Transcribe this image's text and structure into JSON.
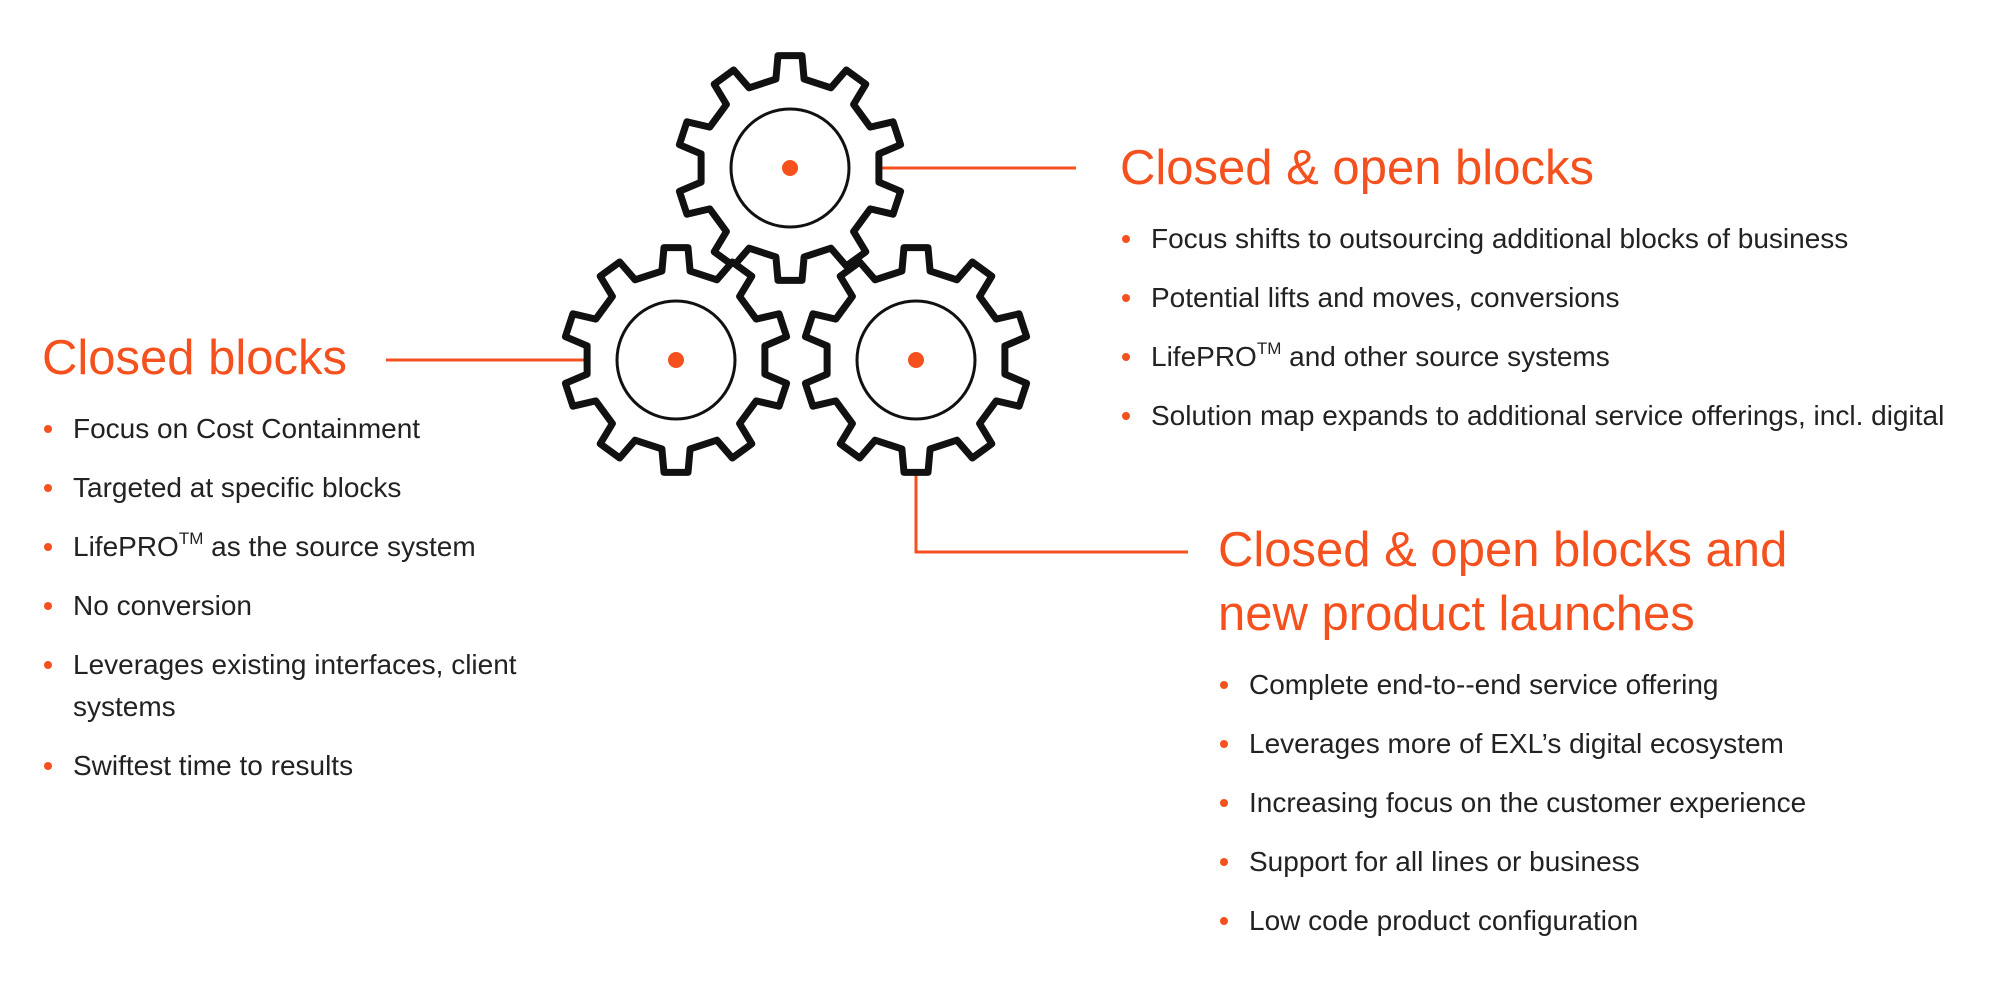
{
  "colors": {
    "accent": "#f4511e",
    "text": "#222222",
    "gear_outline": "#111111"
  },
  "icons": [
    "gear-icon",
    "gear-icon",
    "gear-icon"
  ],
  "sections": {
    "closed_blocks": {
      "title": "Closed blocks",
      "items": [
        "Focus on Cost Containment",
        "Targeted at specific blocks",
        {
          "pre": "LifePRO",
          "sup": "TM",
          "post": " as the source system"
        },
        "No conversion",
        "Leverages existing interfaces, client systems",
        "Swiftest time to results"
      ]
    },
    "closed_open_blocks": {
      "title": "Closed & open blocks",
      "items": [
        "Focus shifts to outsourcing additional blocks of business",
        "Potential lifts and moves, conversions",
        {
          "pre": "LifePRO",
          "sup": "TM",
          "post": " and other source systems"
        },
        "Solution map expands to additional service offerings, incl. digital"
      ]
    },
    "new_product_launches": {
      "title_line1": "Closed & open blocks and",
      "title_line2": "new product launches",
      "items": [
        "Complete end-to--end service offering",
        "Leverages more of EXL’s digital ecosystem",
        "Increasing focus on the customer experience",
        "Support for all lines or business",
        "Low code product configuration"
      ]
    }
  }
}
